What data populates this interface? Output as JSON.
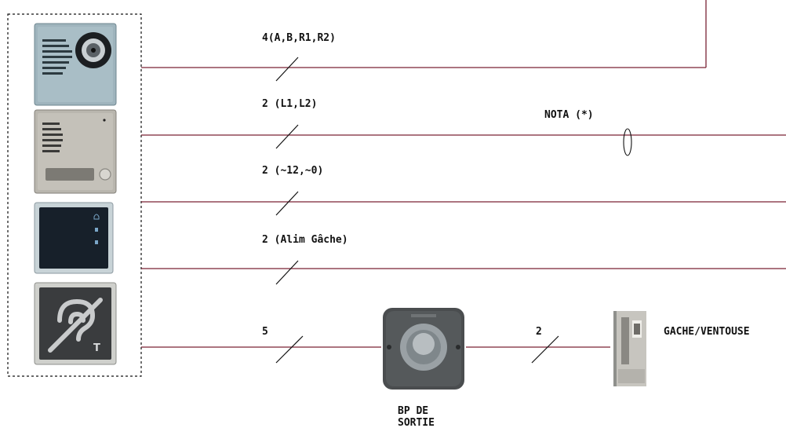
{
  "colors": {
    "wire": "#7a2335",
    "ink": "#111111",
    "panel": "#9fb4bd",
    "steel": "#b9b6ae"
  },
  "modules": [
    {
      "name": "camera-module",
      "icon": "camera-icon"
    },
    {
      "name": "audio-module",
      "icon": "speaker-grille-icon"
    },
    {
      "name": "keypad-module",
      "icon": "bell-icon"
    },
    {
      "name": "hearing-loop-module",
      "icon": "hearing-loop-icon",
      "badge": "T"
    }
  ],
  "wires": [
    {
      "label": "4(A,B,R1,R2)"
    },
    {
      "label": "2 (L1,L2)"
    },
    {
      "label": "2 (~12,~0)"
    },
    {
      "label": "2 (Alim Gâche)"
    },
    {
      "label": "5"
    },
    {
      "label": "2"
    }
  ],
  "note": "NOTA (*)",
  "exit_button": {
    "label_line1": "BP DE",
    "label_line2": "SORTIE"
  },
  "lock": {
    "label": "GACHE/VENTOUSE"
  }
}
